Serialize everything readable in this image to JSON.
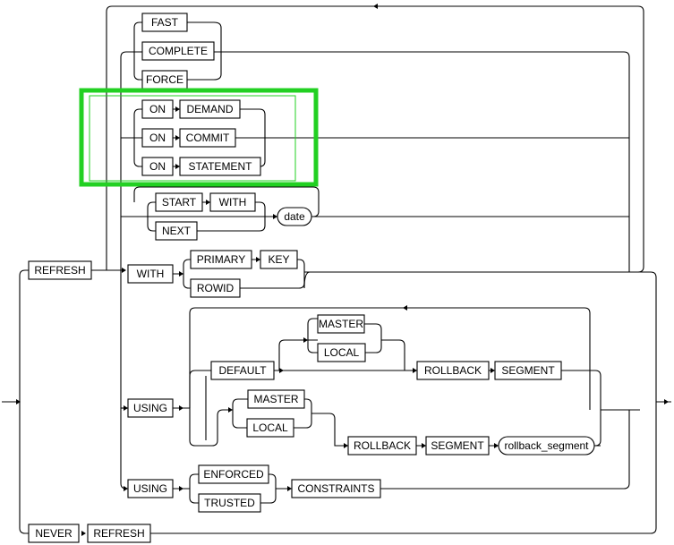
{
  "keywords": {
    "fast": "FAST",
    "complete": "COMPLETE",
    "force": "FORCE",
    "on_1": "ON",
    "demand": "DEMAND",
    "on_2": "ON",
    "commit": "COMMIT",
    "on_3": "ON",
    "statement": "STATEMENT",
    "start": "START",
    "with_1": "WITH",
    "next": "NEXT",
    "date": "date",
    "refresh_1": "REFRESH",
    "with_2": "WITH",
    "primary": "PRIMARY",
    "key": "KEY",
    "rowid": "ROWID",
    "master_1": "MASTER",
    "local_1": "LOCAL",
    "default": "DEFAULT",
    "rollback_1": "ROLLBACK",
    "segment_1": "SEGMENT",
    "using_1": "USING",
    "master_2": "MASTER",
    "local_2": "LOCAL",
    "rollback_2": "ROLLBACK",
    "segment_2": "SEGMENT",
    "rollback_segment": "rollback_segment",
    "using_2": "USING",
    "enforced": "ENFORCED",
    "trusted": "TRUSTED",
    "constraints": "CONSTRAINTS",
    "never": "NEVER",
    "refresh_2": "REFRESH"
  },
  "highlight_color": "#22d022"
}
